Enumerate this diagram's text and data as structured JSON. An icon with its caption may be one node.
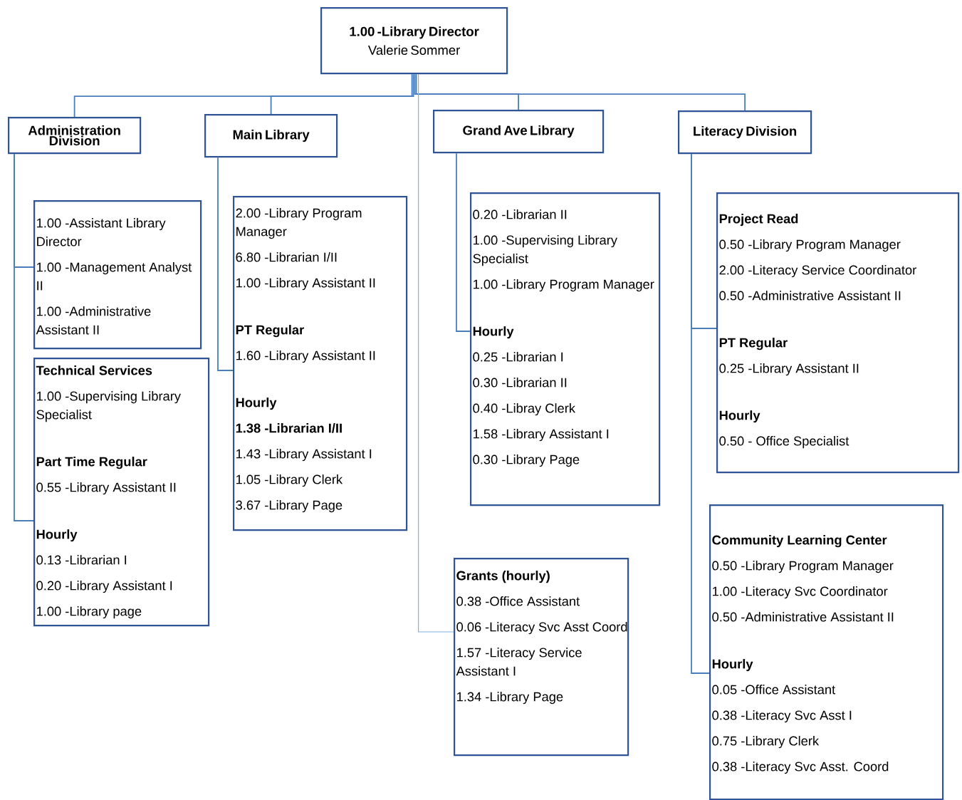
{
  "diagram": {
    "nodes": [
      {
        "text": [
          "1.00 -Library Director",
          "Valerie Sommer"
        ]
      },
      {
        "text": [
          "Administration Division"
        ]
      },
      {
        "text": [
          "Main Library"
        ]
      },
      {
        "text": [
          "Grand Ave Library"
        ]
      },
      {
        "text": [
          "Literacy Division"
        ]
      },
      {
        "text": [
          "1.00 -Assistant Library Director",
          "1.00 -Management Analyst II",
          "1.00 -Administrative Assistant II"
        ]
      },
      {
        "text": [
          "Technical Services",
          "1.00 -Supervising Library Specialist",
          "Part Time Regular",
          "0.55 -Library Assistant II",
          "Hourly",
          "0.13 -Librarian I",
          "0.20 -Library Assistant I",
          "1.00 -Library page"
        ]
      },
      {
        "text": [
          "2.00 -Library Program Manager",
          "6.80 -Librarian I/II",
          "1.00 -Library Assistant II",
          "PT Regular",
          "1.60 -Library Assistant II",
          "Hourly",
          "1.38 -Librarian I/II",
          "1.43 -Library Assistant I",
          "1.05 -Library Clerk",
          "3.67 -Library Page"
        ]
      },
      {
        "text": [
          "0.20 -Librarian II",
          "1.00 -Supervising Library Specialist",
          "1.00 -Library Program Manager",
          "Hourly",
          "0.25 -Librarian I",
          "0.30 -Librarian II",
          "0.40 -Libray Clerk",
          "1.58 -Library Assistant I",
          "0.30 -Library Page"
        ]
      },
      {
        "text": [
          "Grants (hourly)",
          "0.38 -Office Assistant",
          "0.06 -Literacy Svc Asst Coord",
          "1.57 -Literacy Service Assistant I",
          "1.34 -Library Page"
        ]
      },
      {
        "text": [
          "Project Read",
          "0.50 -Library Program Manager",
          "2.00 -Literacy Service Coordinator",
          "0.50 -Administrative Assistant II",
          "PT Regular",
          "0.25 -Library Assistant II",
          "Hourly",
          "0.50 - Office Specialist"
        ]
      },
      {
        "text": [
          "Community Learning Center",
          "0.50 -Library Program Manager",
          "1.00 -Literacy Svc Coordinator",
          "0.50 -Administrative Assistant II",
          "Hourly",
          "0.05 -Office Assistant",
          "0.38 -Literacy Svc Asst I",
          "0.75 -Library Clerk",
          "0.38 -Literacy Svc Asst. Coord"
        ]
      }
    ],
    "edges": [
      {
        "from": 0,
        "to": 1,
        "arrow": "none"
      },
      {
        "from": 0,
        "to": 2,
        "arrow": "none"
      },
      {
        "from": 0,
        "to": 3,
        "arrow": "none"
      },
      {
        "from": 0,
        "to": 4,
        "arrow": "none"
      },
      {
        "from": 0,
        "to": 9,
        "arrow": "none",
        "color": "#7fb2e5"
      },
      {
        "from": 1,
        "to": 5,
        "arrow": "none"
      },
      {
        "from": 1,
        "to": 6,
        "arrow": "none"
      },
      {
        "from": 2,
        "to": 7,
        "arrow": "none"
      },
      {
        "from": 3,
        "to": 8,
        "arrow": "none"
      },
      {
        "from": 4,
        "to": 10,
        "arrow": "none"
      },
      {
        "from": 4,
        "to": 11,
        "arrow": "none"
      }
    ]
  }
}
